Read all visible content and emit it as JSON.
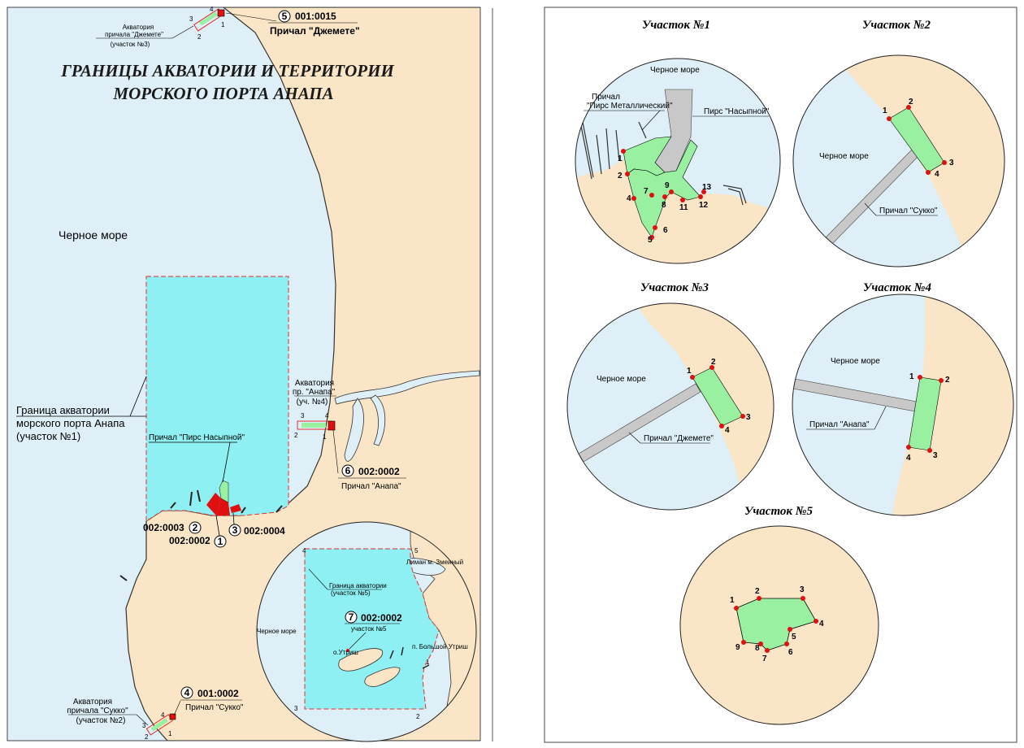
{
  "colors": {
    "sea": "#deeff7",
    "land": "#fae6c6",
    "water_area": "#8ef0f2",
    "berth": "#98f0a0",
    "boundary": "#e03030",
    "pier": "#c8c8c8",
    "coast": "#333333",
    "point": "#e01010"
  },
  "map": {
    "title_line1": "ГРАНИЦЫ АКВАТОРИИ И ТЕРРИТОРИИ",
    "title_line2": "МОРСКОГО ПОРТА  АНАПА",
    "sea_label": "Черное море",
    "area1_label": [
      "Граница акватории",
      "морского порта Анапа",
      "(участок №1)"
    ],
    "dzhemete_area_label": [
      "Акватория",
      "причала \"Джемете\"",
      "(участок №3)"
    ],
    "dzhemete_code_num": "5",
    "dzhemete_code": "001:0015",
    "dzhemete_name": "Причал \"Джемете\"",
    "anapa_area_label": [
      "Акватория",
      "пр. \"Анапа\"",
      "(уч. №4)"
    ],
    "anapa_code_num": "6",
    "anapa_code": "002:0002",
    "anapa_name": "Причал \"Анапа\"",
    "sukko_area_label": [
      "Акватория",
      "причала \"Сукко\"",
      "(участок №2)"
    ],
    "sukko_code_num": "4",
    "sukko_code": "001:0002",
    "sukko_name": "Причал \"Сукко\"",
    "pier_nasypnoy_label": "Причал \"Пирс Насыпной\"",
    "code_0003_text": "002:0003",
    "code_0003_num": "2",
    "code_0002_text": "002:0002",
    "code_0002_num": "1",
    "code_0004_num": "3",
    "code_0004_text": "002:0004",
    "inset": {
      "sea_label": "Черное море",
      "area_label": [
        "Граница акватории",
        "(участок №5)"
      ],
      "code_num": "7",
      "code": "002:0002",
      "code_sub": "участок №5",
      "island": "о.Утриш",
      "bay": "п. Большой Утриш",
      "lake": "Лиман м. Змеиный",
      "corners": [
        "1",
        "2",
        "3",
        "4",
        "5"
      ]
    },
    "berth_points": [
      "1",
      "2",
      "3",
      "4"
    ]
  },
  "panels": [
    {
      "title": "Участок №1",
      "sea_label": "Черное море",
      "pier_metal_label": [
        "Причал",
        "\"Пирс Металлический\""
      ],
      "pier_nasyp_label": "Пирс \"Насыпной\"",
      "points": [
        "1",
        "2",
        "4",
        "5",
        "6",
        "7",
        "8",
        "9",
        "11",
        "12",
        "13"
      ]
    },
    {
      "title": "Участок №2",
      "sea_label": "Черное море",
      "berth_label": "Причал \"Сукко\"",
      "points": [
        "1",
        "2",
        "3",
        "4"
      ]
    },
    {
      "title": "Участок №3",
      "sea_label": "Черное море",
      "berth_label": "Причал \"Джемете\"",
      "points": [
        "1",
        "2",
        "3",
        "4"
      ]
    },
    {
      "title": "Участок №4",
      "sea_label": "Черное море",
      "berth_label": "Причал \"Анапа\"",
      "points": [
        "1",
        "2",
        "3",
        "4"
      ]
    },
    {
      "title": "Участок №5",
      "points": [
        "1",
        "2",
        "3",
        "4",
        "5",
        "6",
        "7",
        "8",
        "9"
      ]
    }
  ]
}
